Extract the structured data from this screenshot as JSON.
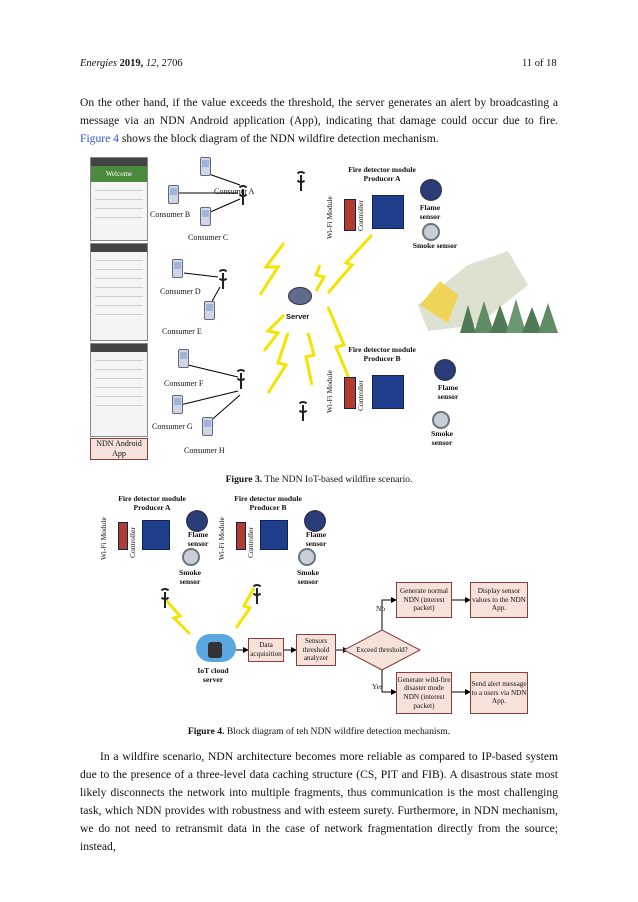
{
  "header": {
    "journal": "Energies",
    "year": "2019,",
    "volume": "12,",
    "article": "2706",
    "page": "11 of 18"
  },
  "para1": {
    "text_a": "On the other hand, if the value exceeds the threshold, the server generates an alert by broadcasting a message via an NDN Android application (App), indicating that damage could occur due to fire.",
    "link": "Figure 4",
    "text_b": " shows the block diagram of the NDN wildfire detection mechanism."
  },
  "fig3": {
    "consumers": [
      "Consumer A",
      "Consumer B",
      "Consumer C",
      "Consumer D",
      "Consumer E",
      "Consumer F",
      "Consumer G",
      "Consumer H"
    ],
    "server": "Server",
    "app_label": "NDN Android App",
    "app_welcome": "Welcome",
    "producer_a_title": "Fire detector module Producer A",
    "producer_b_title": "Fire detector module Producer B",
    "wifi": "Wi-Fi Module",
    "controller": "Controller",
    "flame": "Flame sensor",
    "smoke_a": "Smoke sensor",
    "smoke_b": "Smoke sensor",
    "caption_label": "Figure 3.",
    "caption_text": " The NDN IoT-based wildfire scenario."
  },
  "fig4": {
    "producer_a_title": "Fire detector module Producer A",
    "producer_b_title": "Fire detector module Producer B",
    "wifi": "Wi-Fi Module",
    "controller": "Controller",
    "flame": "Flame sensor",
    "smoke": "Smoke sensor",
    "cloud": "IoT cloud server",
    "data_acq": "Data acquisition",
    "analyzer": "Sensors threshold analyzer",
    "decision": "Exceed threshold?",
    "no": "No",
    "yes": "Yes",
    "normal": "Generate normal NDN (interest packet)",
    "display": "Display sensor values to the NDN App.",
    "disaster": "Generate wild-fire disaster mode NDN (interest packet)",
    "alert": "Send alert message to a users via NDN App.",
    "caption_label": "Figure 4.",
    "caption_text": " Block diagram of teh NDN wildfire detection mechanism."
  },
  "para2": {
    "text": "In a wildfire scenario, NDN architecture becomes more reliable as compared to IP-based system due to the presence of a three-level data caching structure (CS, PIT and FIB). A disastrous state most likely disconnects the network into multiple fragments, thus communication is the most challenging task, which NDN provides with robustness and with esteem surety. Furthermore, in NDN mechanism, we do not need to retransmit data in the case of network fragmentation directly from the source; instead,"
  }
}
